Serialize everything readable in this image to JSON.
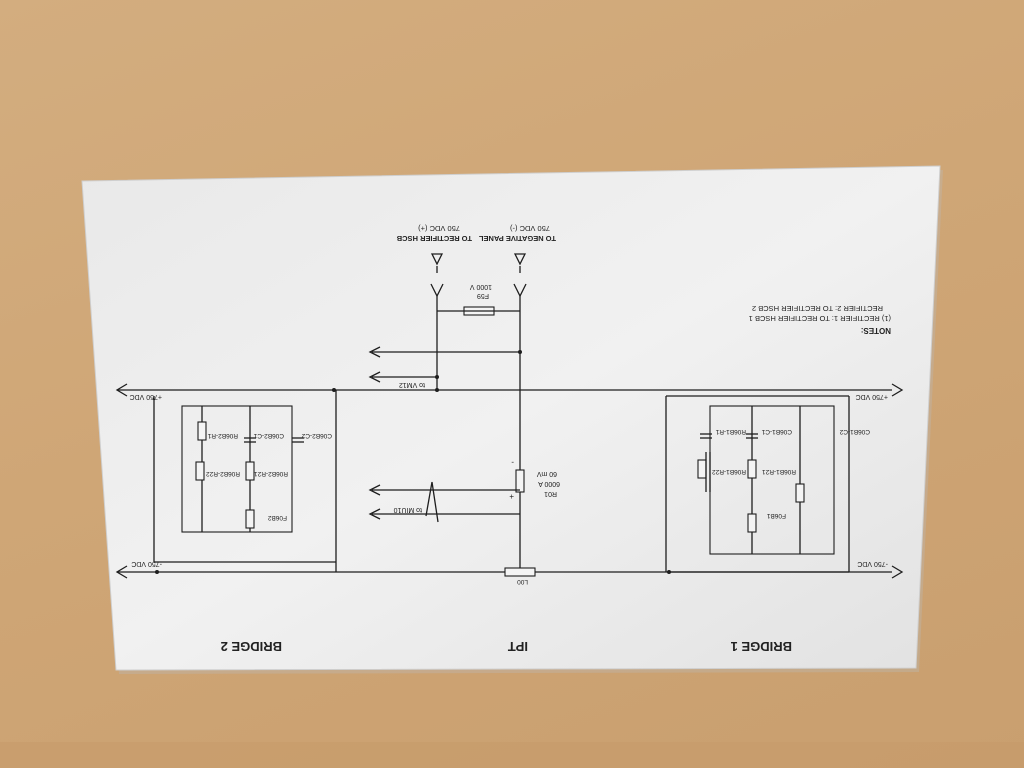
{
  "schematic": {
    "notes_title": "NOTES:",
    "note_1": "(1) RECTIFIER 1: TO RECTIFIER HSCB 1",
    "note_2": "RECTIFIER 2: TO RECTIFIER HSCB 2",
    "to_negative_panel": "TO NEGATIVE PANEL",
    "neg_750": "750 VDC (-)",
    "to_rectifier_hscb": "TO RECTIFIER HSCB",
    "pos_750": "750 VDC (+)",
    "fuse_label": "F59",
    "fuse_rating": "1000 V",
    "to_vm12": "to VM12",
    "bus_pos_left": "+750 VDC",
    "bus_pos_right": "+750 VDC",
    "bus_neg_left": "-750 VDC",
    "bus_neg_right": "-750 VDC",
    "shunt_label": "R01",
    "shunt_rating_1": "6000 A",
    "shunt_rating_2": "60 mV",
    "plus": "+",
    "minus": "-",
    "to_miu10": "to MIU10",
    "inductor_label": "L00",
    "b1_c2": "C06B1-C2",
    "b1_c1": "C06B1-C1",
    "b1_r1": "R06B1-R1",
    "b1_r21": "R06B1-R21",
    "b1_r22": "R06B1-R22",
    "b1_fuse": "F06B1",
    "b2_c2": "C06B2-C2",
    "b2_c1": "C06B2-C1",
    "b2_r1": "R06B2-R1",
    "b2_r21": "R06B2-R21",
    "b2_r22": "R06B2-R22",
    "b2_fuse": "F06B2",
    "section_bridge1": "BRIDGE 1",
    "section_ipt": "IPT",
    "section_bridge2": "BRIDGE 2"
  }
}
